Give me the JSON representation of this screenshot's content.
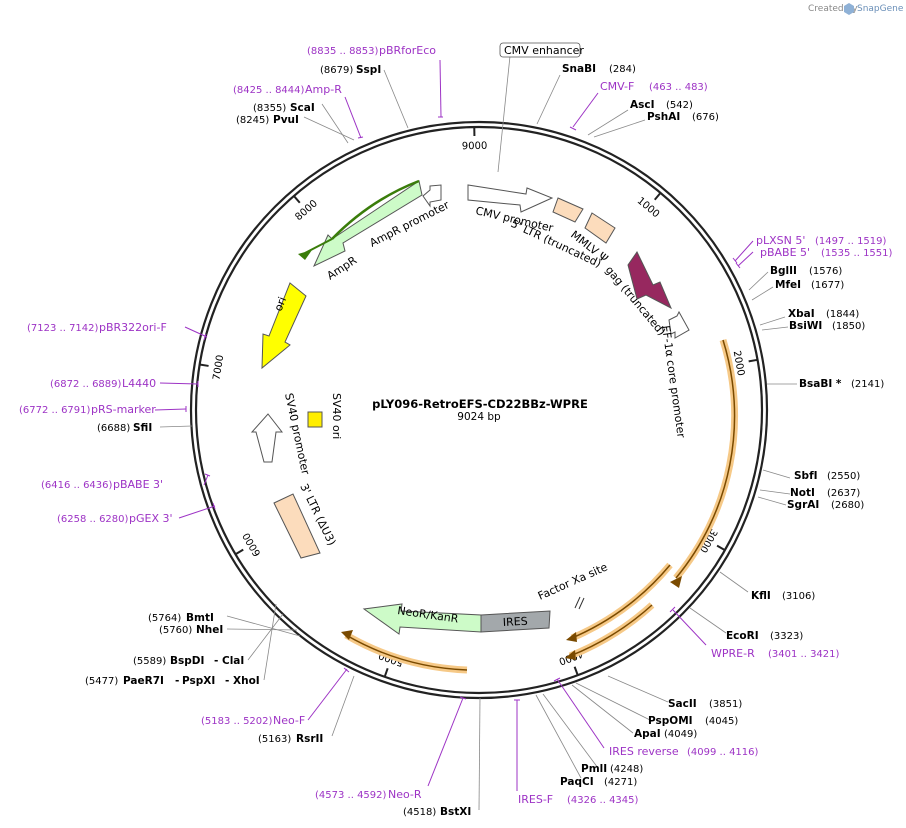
{
  "credit": {
    "prefix": "Created by",
    "brand": "SnapGene"
  },
  "plasmid": {
    "name": "pLY096-RetroEFS-CD22BBz-WPRE",
    "length_label": "9024 bp",
    "length": 9024
  },
  "tick_labels": [
    "1000",
    "2000",
    "3000",
    "4000",
    "5000",
    "6000",
    "7000",
    "8000",
    "9000"
  ],
  "enzymes": [
    {
      "name": "SnaBI",
      "pos": "(284)"
    },
    {
      "name": "AscI",
      "pos": "(542)"
    },
    {
      "name": "PshAI",
      "pos": "(676)"
    },
    {
      "name": "BglII",
      "pos": "(1576)"
    },
    {
      "name": "MfeI",
      "pos": "(1677)"
    },
    {
      "name": "XbaI",
      "pos": "(1844)"
    },
    {
      "name": "BsiWI",
      "pos": "(1850)"
    },
    {
      "name": "BsaBI *",
      "pos": "(2141)"
    },
    {
      "name": "SbfI",
      "pos": "(2550)"
    },
    {
      "name": "NotI",
      "pos": "(2637)"
    },
    {
      "name": "SgrAI",
      "pos": "(2680)"
    },
    {
      "name": "KflI",
      "pos": "(3106)"
    },
    {
      "name": "EcoRI",
      "pos": "(3323)"
    },
    {
      "name": "SacII",
      "pos": "(3851)"
    },
    {
      "name": "PspOMI",
      "pos": "(4045)"
    },
    {
      "name": "ApaI",
      "pos": "(4049)"
    },
    {
      "name": "PmlI",
      "pos": "(4248)"
    },
    {
      "name": "PaqCI",
      "pos": "(4271)"
    },
    {
      "name": "BstXI",
      "pos": "(4518)"
    },
    {
      "name": "RsrII",
      "pos": "(5163)"
    },
    {
      "name": "BmtI",
      "pos": "(5764)"
    },
    {
      "name": "NheI",
      "pos": "(5760)"
    },
    {
      "name": "BspDI",
      "pos": "(5589)"
    },
    {
      "name": "ClaI",
      "pos": ""
    },
    {
      "name": "PaeR7I",
      "pos": "(5477)"
    },
    {
      "name": "PspXI",
      "pos": ""
    },
    {
      "name": "XhoI",
      "pos": ""
    },
    {
      "name": "SfiI",
      "pos": "(6688)"
    },
    {
      "name": "PvuI",
      "pos": "(8245)"
    },
    {
      "name": "ScaI",
      "pos": "(8355)"
    },
    {
      "name": "SspI",
      "pos": "(8679)"
    }
  ],
  "primers": [
    {
      "name": "pBRforEco",
      "pos": "(8835 .. 8853)"
    },
    {
      "name": "Amp-R",
      "pos": "(8425 .. 8444)"
    },
    {
      "name": "CMV-F",
      "pos": "(463 .. 483)"
    },
    {
      "name": "pLXSN 5'",
      "pos": "(1497 .. 1519)"
    },
    {
      "name": "pBABE 5'",
      "pos": "(1535 .. 1551)"
    },
    {
      "name": "WPRE-R",
      "pos": "(3401 .. 3421)"
    },
    {
      "name": "IRES reverse",
      "pos": "(4099 .. 4116)"
    },
    {
      "name": "IRES-F",
      "pos": "(4326 .. 4345)"
    },
    {
      "name": "Neo-R",
      "pos": "(4573 .. 4592)"
    },
    {
      "name": "Neo-F",
      "pos": "(5183 .. 5202)"
    },
    {
      "name": "pGEX 3'",
      "pos": "(6258 .. 6280)"
    },
    {
      "name": "pBABE 3'",
      "pos": "(6416 .. 6436)"
    },
    {
      "name": "pRS-marker",
      "pos": "(6772 .. 6791)"
    },
    {
      "name": "L4440",
      "pos": "(6872 .. 6889)"
    },
    {
      "name": "pBR322ori-F",
      "pos": "(7123 .. 7142)"
    }
  ],
  "features": {
    "cmv_enhancer": "CMV enhancer",
    "cmv_promoter": "CMV promoter",
    "ltr5": "5' LTR (truncated)",
    "mmlv_psi": "MMLV Ψ",
    "gag": "gag (truncated)",
    "ef1a": "EF-1α core promoter",
    "factor_xa": "Factor Xa site",
    "ires": "IRES",
    "neor": "NeoR/KanR",
    "ltr3": "3' LTR (ΔU3)",
    "sv40_promoter": "SV40 promoter",
    "sv40_ori": "SV40 ori",
    "ori": "ori",
    "ampr": "AmpR",
    "ampr_promoter": "AmpR promoter"
  },
  "colors": {
    "backbone": "#000000",
    "primer": "#9d33c5",
    "ampr": "#cdfbc8",
    "ampr_line": "#3a7d0a",
    "ori": "#ffff00",
    "ltr": "#fcdcbc",
    "gag": "#97285f",
    "ires": "#a3a8ab",
    "neor": "#cdfbc8",
    "orf_highlight": "#f6c987",
    "orf_line": "#7a4a00",
    "sv40ori": "#ffee00"
  }
}
